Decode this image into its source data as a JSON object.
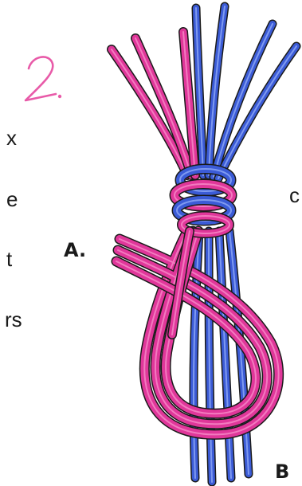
{
  "step_number": "2.",
  "fragments": {
    "f1": "x",
    "f2": "e",
    "f3": "t",
    "f4": "rs",
    "f5": "c"
  },
  "labels": {
    "a": "A.",
    "b": "B"
  },
  "colors": {
    "pink": "#e0379a",
    "pink_light": "#f27bbf",
    "blue": "#3b5bd6",
    "blue_light": "#7f9af0",
    "outline": "#1a1a1a",
    "step_number": "#e85aa8"
  }
}
